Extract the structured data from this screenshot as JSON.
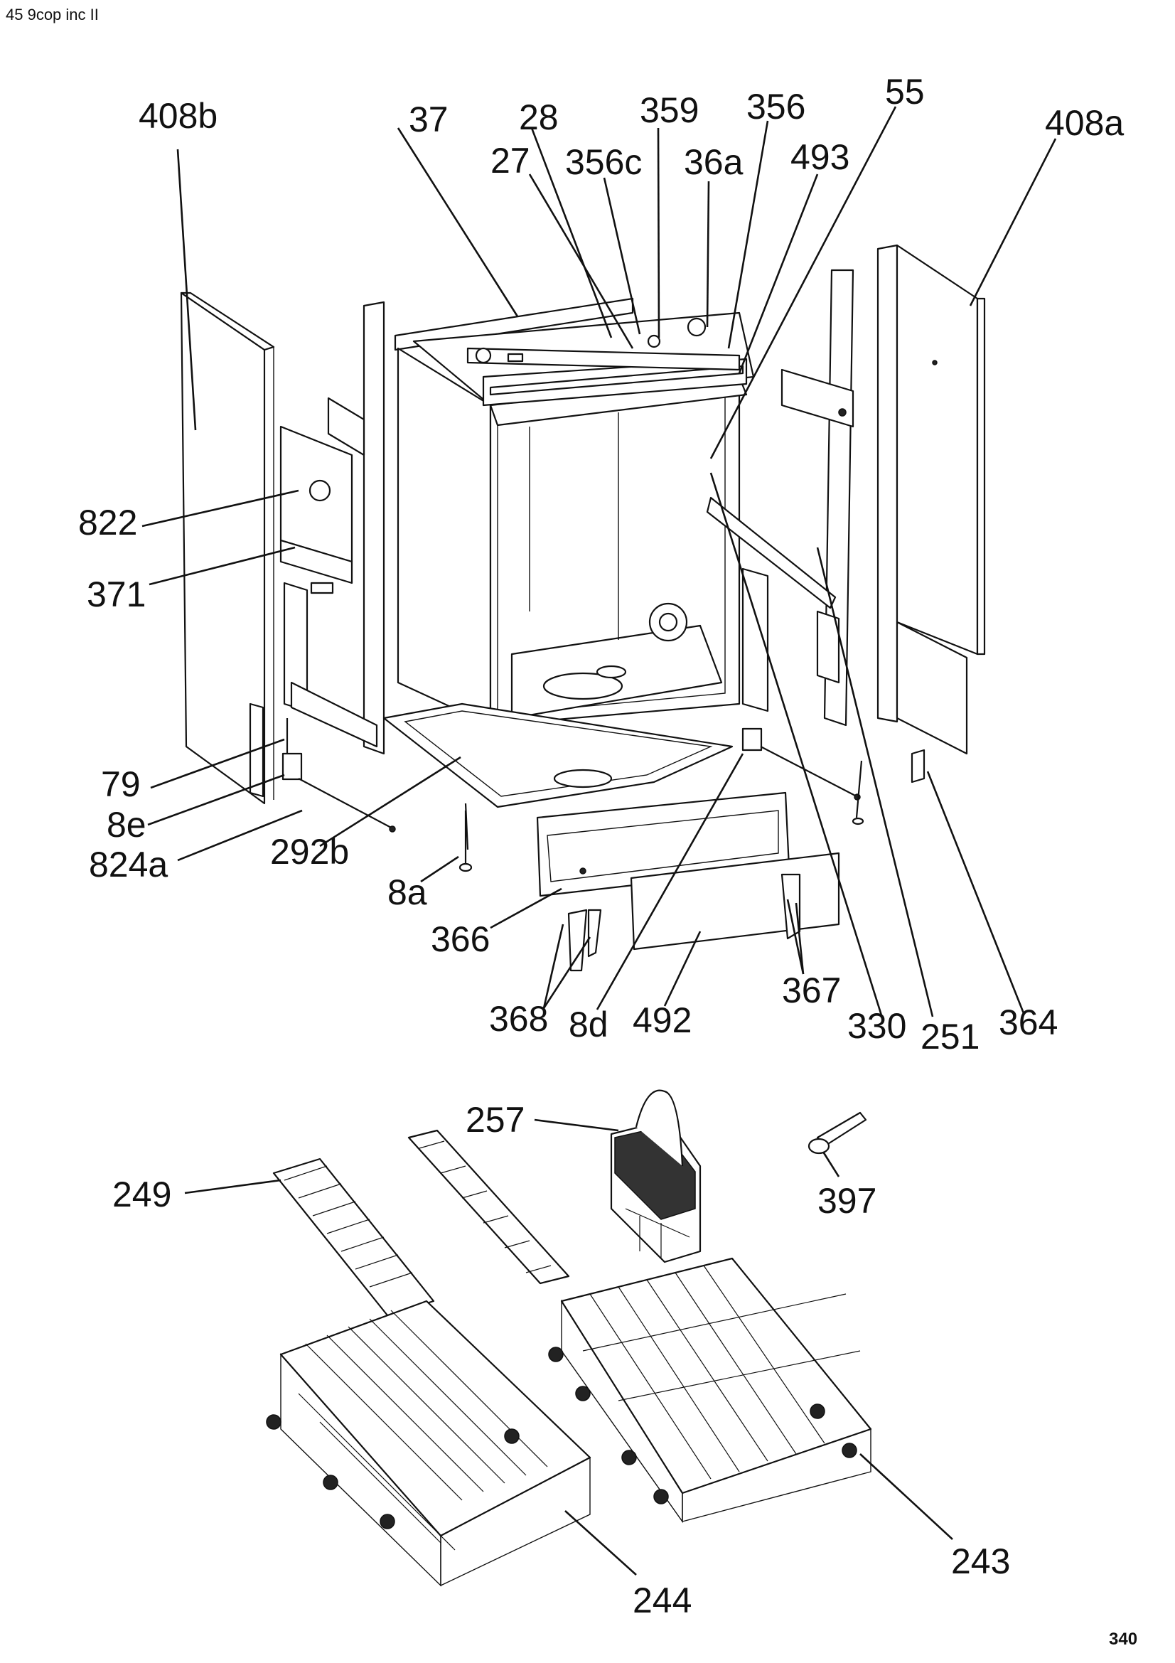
{
  "header": {
    "text": "45 9cop inc II"
  },
  "page_number": "340",
  "callouts": [
    {
      "id": "408b",
      "text": "408b"
    },
    {
      "id": "37",
      "text": "37"
    },
    {
      "id": "28",
      "text": "28"
    },
    {
      "id": "359",
      "text": "359"
    },
    {
      "id": "356",
      "text": "356"
    },
    {
      "id": "55",
      "text": "55"
    },
    {
      "id": "408a",
      "text": "408a"
    },
    {
      "id": "27",
      "text": "27"
    },
    {
      "id": "356c",
      "text": "356c"
    },
    {
      "id": "36a",
      "text": "36a"
    },
    {
      "id": "493",
      "text": "493"
    },
    {
      "id": "822",
      "text": "822"
    },
    {
      "id": "371",
      "text": "371"
    },
    {
      "id": "79",
      "text": "79"
    },
    {
      "id": "8e",
      "text": "8e"
    },
    {
      "id": "824a",
      "text": "824a"
    },
    {
      "id": "292b",
      "text": "292b"
    },
    {
      "id": "8a",
      "text": "8a"
    },
    {
      "id": "366",
      "text": "366"
    },
    {
      "id": "368",
      "text": "368"
    },
    {
      "id": "8d",
      "text": "8d"
    },
    {
      "id": "492",
      "text": "492"
    },
    {
      "id": "367",
      "text": "367"
    },
    {
      "id": "330",
      "text": "330"
    },
    {
      "id": "251",
      "text": "251"
    },
    {
      "id": "364",
      "text": "364"
    },
    {
      "id": "257",
      "text": "257"
    },
    {
      "id": "249",
      "text": "249"
    },
    {
      "id": "397",
      "text": "397"
    },
    {
      "id": "243",
      "text": "243"
    },
    {
      "id": "244",
      "text": "244"
    }
  ]
}
